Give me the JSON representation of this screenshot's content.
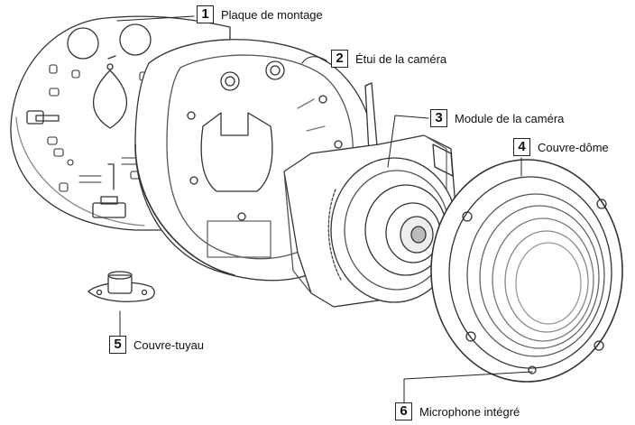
{
  "callouts": [
    {
      "number": "1",
      "label": "Plaque de montage"
    },
    {
      "number": "2",
      "label": "Étui de la caméra"
    },
    {
      "number": "3",
      "label": "Module de la caméra"
    },
    {
      "number": "4",
      "label": "Couvre-dôme"
    },
    {
      "number": "5",
      "label": "Couvre-tuyau"
    },
    {
      "number": "6",
      "label": "Microphone intégré"
    }
  ]
}
